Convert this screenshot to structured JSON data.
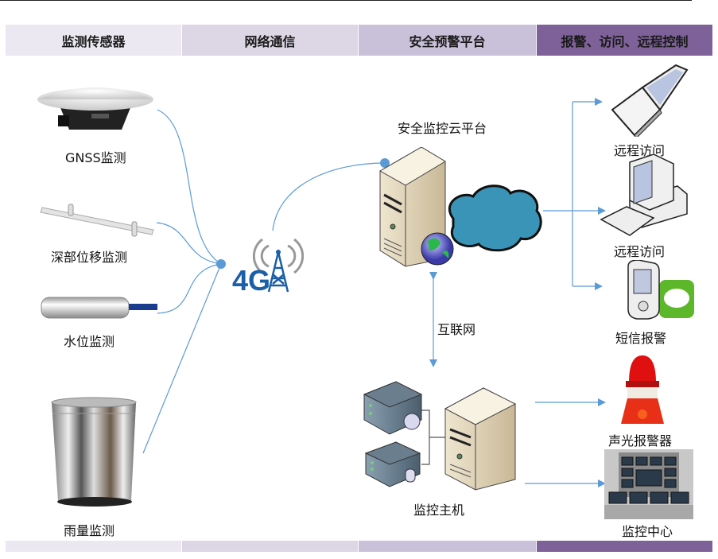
{
  "header": {
    "columns": [
      {
        "label": "监测传感器"
      },
      {
        "label": "网络通信"
      },
      {
        "label": "安全预警平台"
      },
      {
        "label": "报警、访问、远程控制"
      }
    ]
  },
  "sensors": {
    "gnss": "GNSS监测",
    "deep_displacement": "深部位移监测",
    "water_level": "水位监测",
    "rainfall": "雨量监测"
  },
  "network": {
    "badge": "4G"
  },
  "platform": {
    "cloud_title": "安全监控云平台",
    "internet_label": "互联网",
    "host_label": "监控主机"
  },
  "outputs": {
    "laptop": "远程访问",
    "desktop": "远程访问",
    "sms": "短信报警",
    "alarm": "声光报警器",
    "center": "监控中心"
  },
  "colors": {
    "line": "#5b9bd5",
    "accent": "#7e6199"
  }
}
